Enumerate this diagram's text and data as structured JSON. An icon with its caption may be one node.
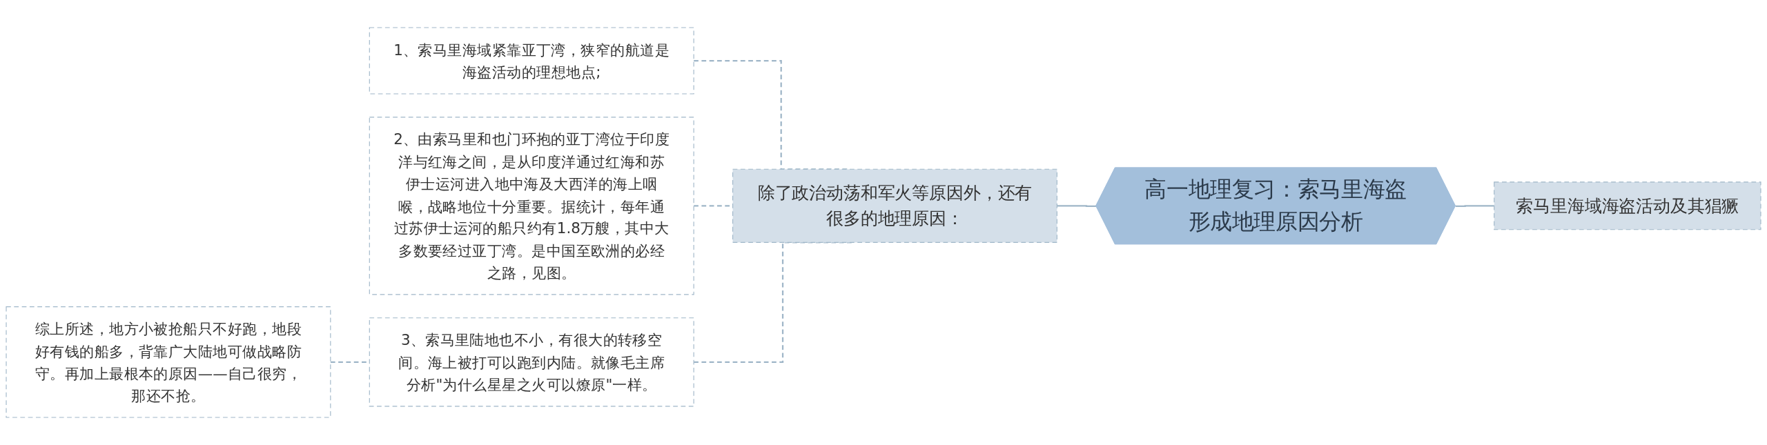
{
  "diagram": {
    "nodes": [
      {
        "text": [
          "高一地理复习：索马里海盗形成地理原因分析"
        ]
      },
      {
        "text": [
          "索马里海域海盗活动及其猖獗"
        ]
      },
      {
        "text": [
          "除了政治动荡和军火等原因外，还有很多的地理原因："
        ]
      },
      {
        "text": [
          "1、索马里海域紧靠亚丁湾，狭窄的航道是海盗活动的理想地点;"
        ]
      },
      {
        "text": [
          "2、由索马里和也门环抱的亚丁湾位于印度洋与红海之间，是从印度洋通过红海和苏伊士运河进入地中海及大西洋的海上咽喉，战略地位十分重要。据统计，每年通过苏伊士运河的船只约有1.8万艘，其中大多数要经过亚丁湾。是中国至欧洲的必经之路，见图。"
        ]
      },
      {
        "text": [
          "3、索马里陆地也不小，有很大的转移空间。海上被打可以跑到内陆。就像毛主席分析\"为什么星星之火可以燎原\"一样。"
        ]
      },
      {
        "text": [
          "综上所述，地方小被抢船只不好跑，地段好有钱的船多，背靠广大陆地可做战略防守。再加上最根本的原因——自己很穷，那还不抢。"
        ]
      }
    ],
    "edges": [
      {
        "from": 0,
        "to": 1,
        "arrow": "none"
      },
      {
        "from": 2,
        "to": 0,
        "arrow": "none"
      },
      {
        "from": 3,
        "to": 2,
        "arrow": "none",
        "style": "dashed"
      },
      {
        "from": 4,
        "to": 2,
        "arrow": "none",
        "style": "dashed"
      },
      {
        "from": 5,
        "to": 2,
        "arrow": "none",
        "style": "dashed"
      },
      {
        "from": 6,
        "to": 5,
        "arrow": "none",
        "style": "dashed"
      }
    ]
  }
}
